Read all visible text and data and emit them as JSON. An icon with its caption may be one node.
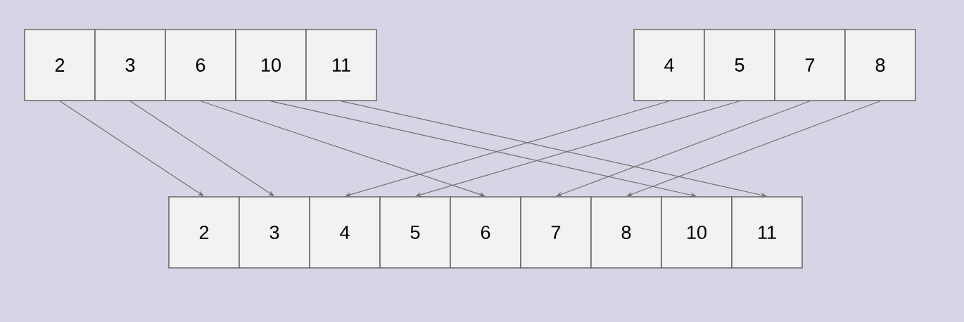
{
  "diagram": {
    "nodes": [
      {
        "text": [
          "2"
        ]
      },
      {
        "text": [
          "3"
        ]
      },
      {
        "text": [
          "6"
        ]
      },
      {
        "text": [
          "10"
        ]
      },
      {
        "text": [
          "11"
        ]
      },
      {
        "text": [
          "4"
        ]
      },
      {
        "text": [
          "5"
        ]
      },
      {
        "text": [
          "7"
        ]
      },
      {
        "text": [
          "8"
        ]
      },
      {
        "text": [
          "2"
        ]
      },
      {
        "text": [
          "3"
        ]
      },
      {
        "text": [
          "4"
        ]
      },
      {
        "text": [
          "5"
        ]
      },
      {
        "text": [
          "6"
        ]
      },
      {
        "text": [
          "7"
        ]
      },
      {
        "text": [
          "8"
        ]
      },
      {
        "text": [
          "10"
        ]
      },
      {
        "text": [
          "11"
        ]
      }
    ],
    "edges": [
      {
        "from": 0,
        "to": 9,
        "arrow": "to"
      },
      {
        "from": 1,
        "to": 10,
        "arrow": "to"
      },
      {
        "from": 2,
        "to": 13,
        "arrow": "to"
      },
      {
        "from": 3,
        "to": 16,
        "arrow": "to"
      },
      {
        "from": 4,
        "to": 17,
        "arrow": "to"
      },
      {
        "from": 5,
        "to": 11,
        "arrow": "to"
      },
      {
        "from": 6,
        "to": 12,
        "arrow": "to"
      },
      {
        "from": 7,
        "to": 14,
        "arrow": "to"
      },
      {
        "from": 8,
        "to": 15,
        "arrow": "to"
      }
    ]
  }
}
